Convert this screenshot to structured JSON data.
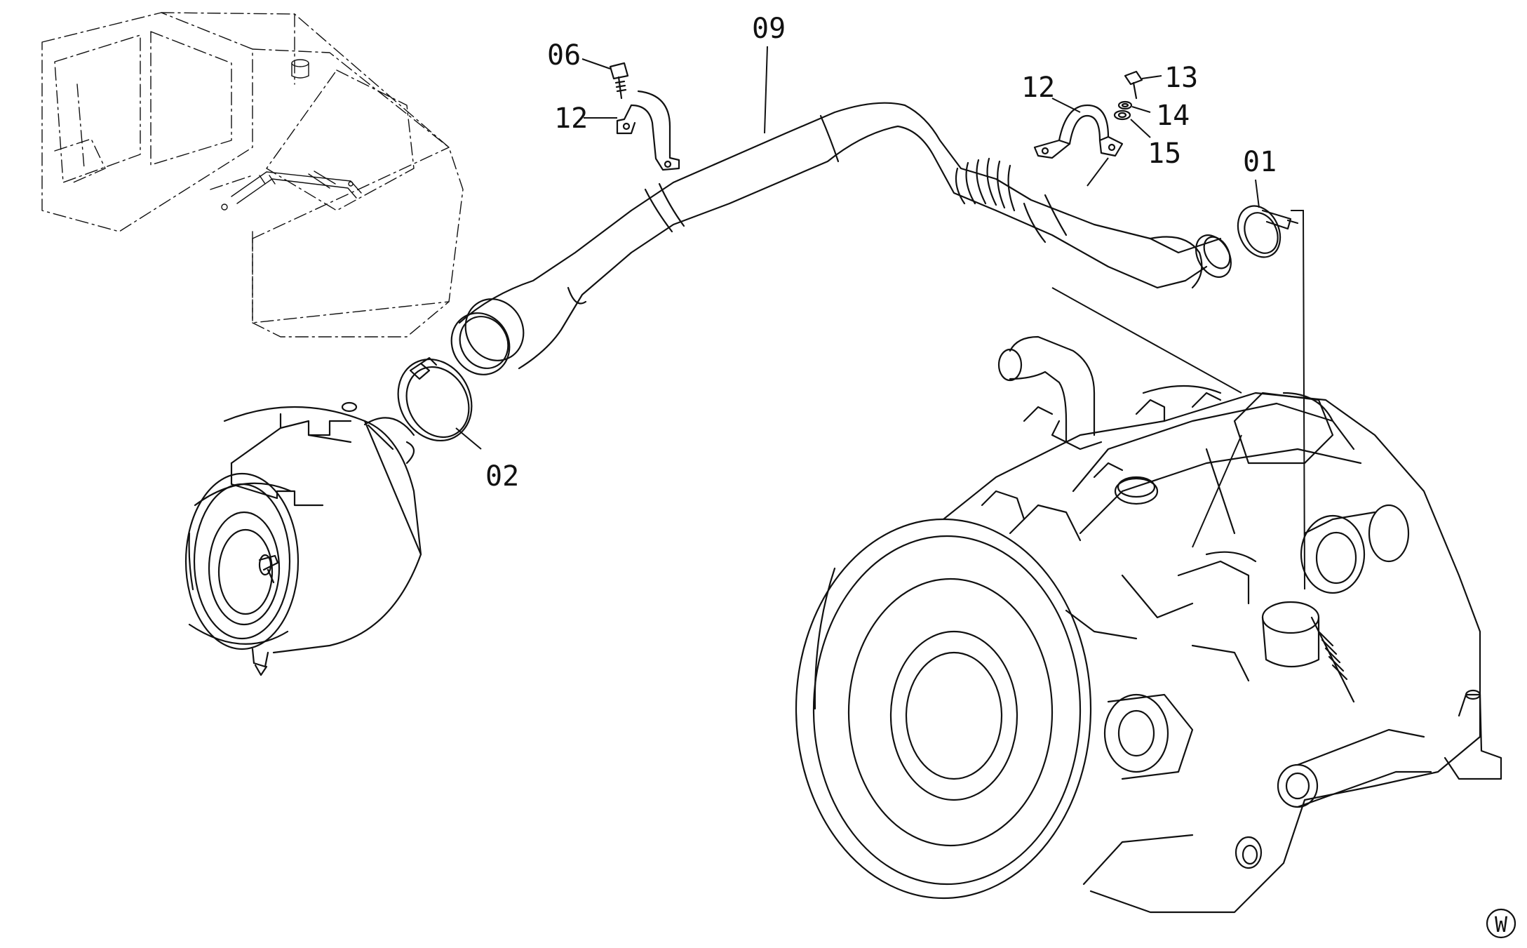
{
  "diagram": {
    "callouts": {
      "c01": "01",
      "c02": "02",
      "c06": "06",
      "c09": "09",
      "c12a": "12",
      "c12b": "12",
      "c13": "13",
      "c14": "14",
      "c15": "15"
    },
    "view_marker": "W"
  }
}
